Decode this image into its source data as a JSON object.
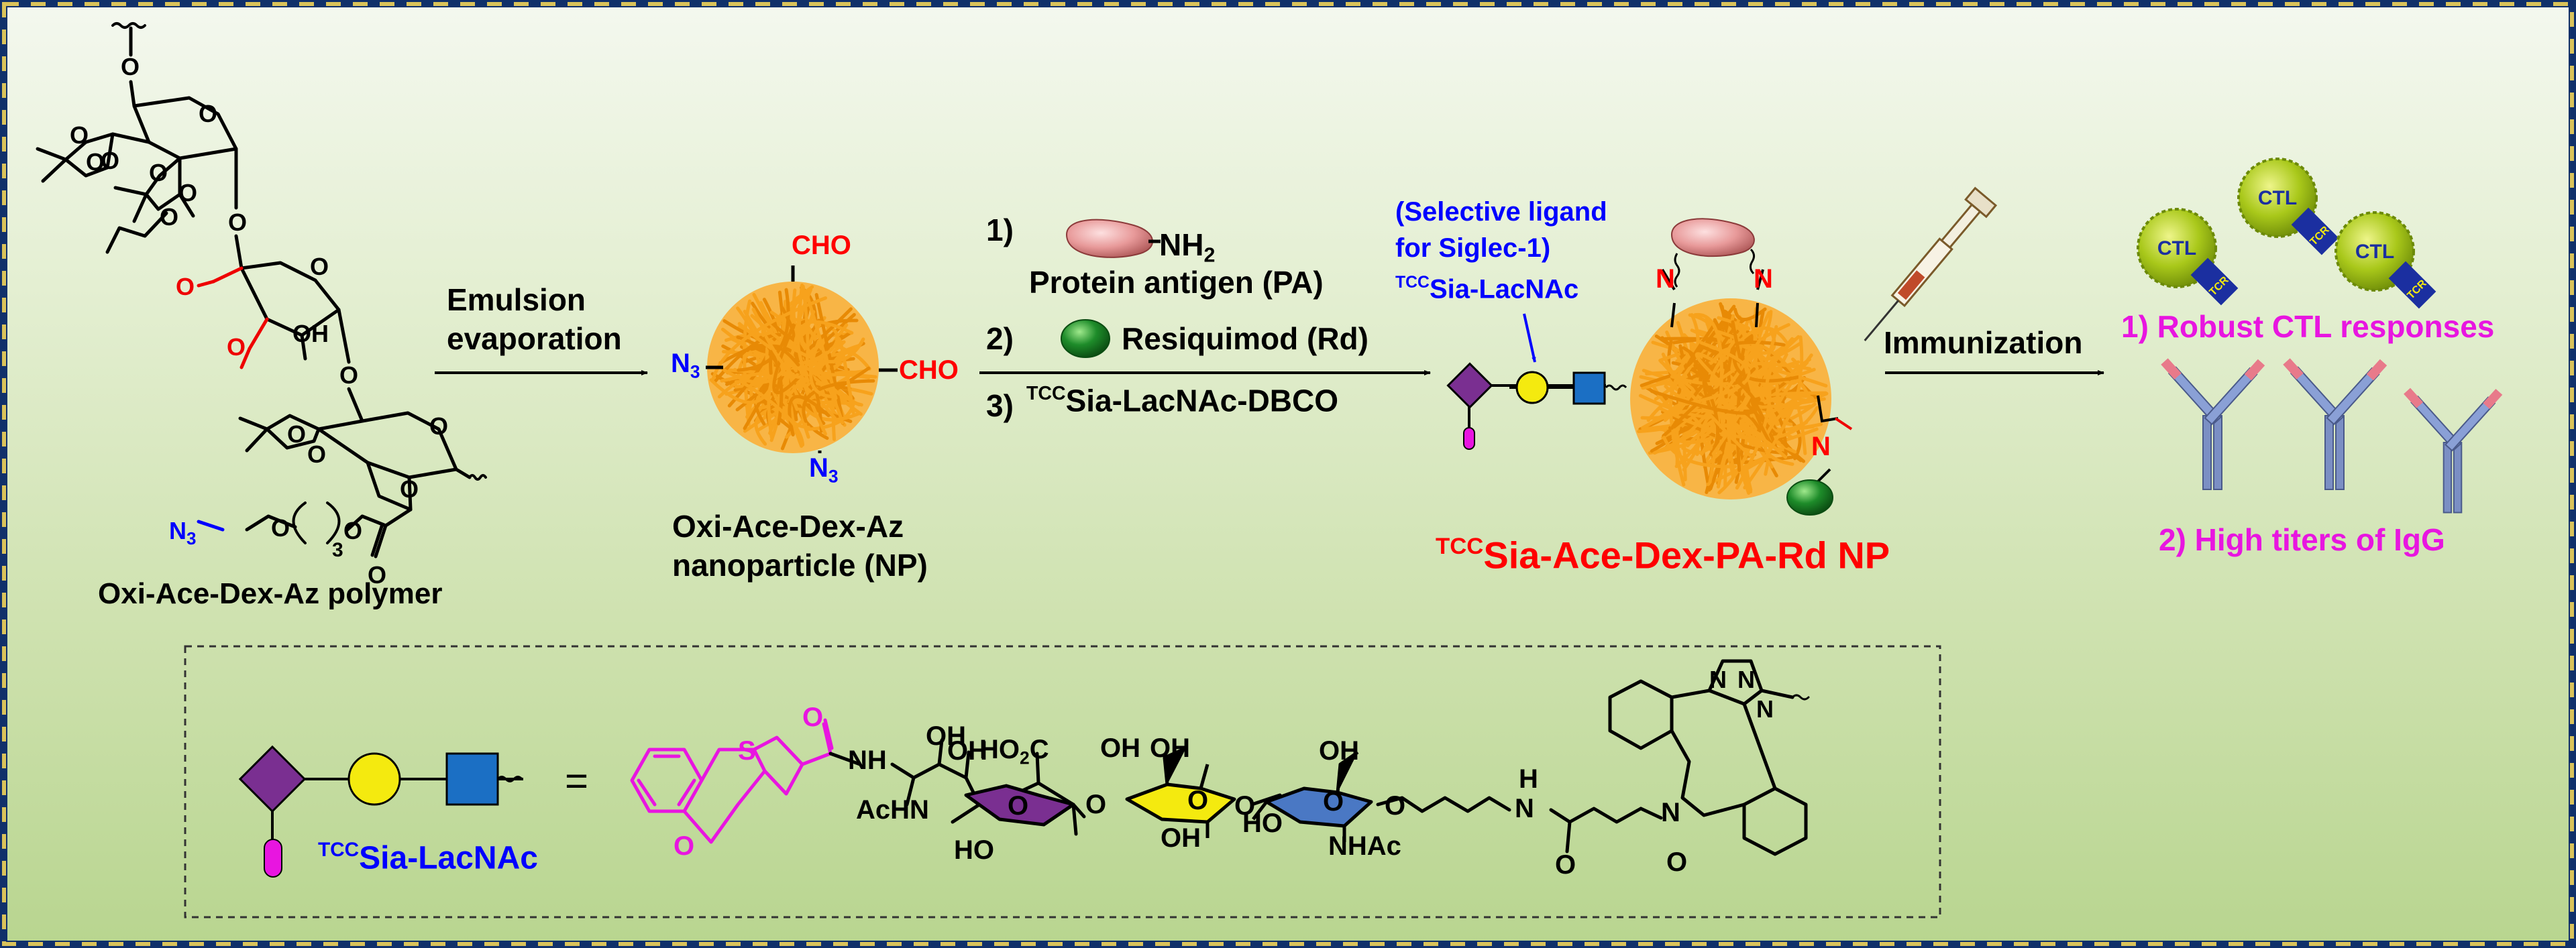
{
  "polymer": {
    "name": "Oxi-Ace-Dex-Az polymer",
    "atoms": {
      "o": "O",
      "oh": "OH",
      "n3": "N3",
      "n": "3"
    }
  },
  "step1": {
    "label_line1": "Emulsion",
    "label_line2": "evaporation"
  },
  "nanoparticle": {
    "name_line1": "Oxi-Ace-Dex-Az",
    "name_line2": "nanoparticle (NP)",
    "cho": "CHO",
    "n3": "N3"
  },
  "step2": {
    "item1_num": "1)",
    "item1_group": "NH2",
    "item1_label": "Protein antigen (PA)",
    "item2_num": "2)",
    "item2_label": "Resiquimod (Rd)",
    "item3_num": "3)",
    "item3_sup": "TCC",
    "item3_label": "Sia-LacNAc-DBCO"
  },
  "ligand": {
    "note_line1": "(Selective ligand",
    "note_line2": "for Siglec-1)",
    "sup": "TCC",
    "name": "Sia-LacNAc"
  },
  "product": {
    "sup": "TCC",
    "name": "Sia-Ace-Dex-PA-Rd  NP",
    "imine_n": "N"
  },
  "step3": {
    "label": "Immunization"
  },
  "outcomes": {
    "cell_label": "CTL",
    "receptor_label": "TCR",
    "result1": "1) Robust CTL responses",
    "result2": "2) High titers of IgG"
  },
  "legend_box": {
    "equals": "=",
    "sup": "TCC",
    "name": "Sia-LacNAc",
    "atoms": {
      "s": "S",
      "o": "O",
      "nh": "NH",
      "oh": "OH",
      "ho2c": "HO2C",
      "acnh": "AcHN",
      "ho": "HO",
      "nhac": "NHAc",
      "h": "H",
      "n": "N",
      "triazole_n": "N"
    }
  },
  "colors": {
    "border_navy": "#10306a",
    "border_gold": "#d9c25a",
    "nanoparticle_orange": "#f7a21c",
    "sialic_purple": "#7a2f91",
    "galactose_yellow": "#f4ea0f",
    "glcnac_blue": "#1b6fc4",
    "tcc_magenta": "#e815e0",
    "protein_pink": "#e89a9a",
    "resiquimod_green": "#1e8c2a",
    "ctl_green": "#a9c81a",
    "text_red": "#ff0000",
    "text_blue": "#0000ff",
    "text_magenta": "#e815e0"
  }
}
